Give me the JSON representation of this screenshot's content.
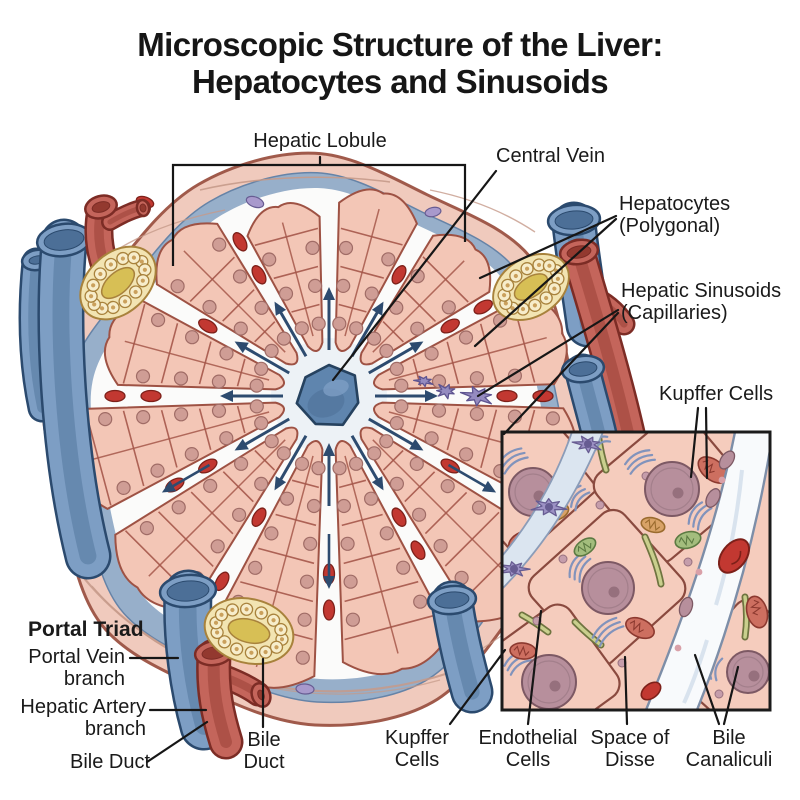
{
  "title": {
    "line1": "Microscopic Structure of the Liver:",
    "line2": "Hepatocytes and Sinusoids"
  },
  "labels": {
    "hepatic_lobule": "Hepatic Lobule",
    "central_vein": "Central Vein",
    "hepatocytes_1": "Hepatocytes",
    "hepatocytes_2": "(Polygonal)",
    "sinusoids_1": "Hepatic Sinusoids",
    "sinusoids_2": "(Capillaries)",
    "kupffer_top": "Kupffer Cells",
    "portal_triad": "Portal Triad",
    "portal_vein_1": "Portal Vein",
    "portal_vein_2": "branch",
    "hepatic_artery_1": "Hepatic Artery",
    "hepatic_artery_2": "branch",
    "bile_duct_left": "Bile Duct",
    "bile_duct_bottom_1": "Bile",
    "bile_duct_bottom_2": "Duct",
    "kupffer_bottom_1": "Kupffer",
    "kupffer_bottom_2": "Cells",
    "endothelial_1": "Endothelial",
    "endothelial_2": "Cells",
    "space_disse_1": "Space of",
    "space_disse_2": "Disse",
    "bile_canaliculi_1": "Bile",
    "bile_canaliculi_2": "Canaliculi"
  },
  "colors": {
    "background": "#ffffff",
    "text": "#1a1a1a",
    "leader": "#161616",
    "capsule_fill": "#f0cabd",
    "capsule_stroke": "#a05a4b",
    "capsule_line": "#c59a89",
    "mantle_fill": "#93aecb",
    "mantle_stroke": "#5f80a6",
    "core_fill": "#fbfbfa",
    "hepatocyte_fill": "#f3c6b6",
    "hepatocyte_stroke": "#9e5244",
    "cell_line": "#a5574a",
    "nucleus_fill": "#cf9d95",
    "nucleus_stroke": "#a06c66",
    "rbc_fill": "#c23831",
    "rbc_stroke": "#7d2019",
    "arrow": "#2d4b6f",
    "central_vein_fill": "#5f85ae",
    "central_vein_stroke": "#26425f",
    "collar": "#edf2f6",
    "vein_blue": "#7d9ec4",
    "vein_blue_dark": "#4c6f97",
    "vein_blue_outline": "#2b4a6e",
    "artery_red": "#c4655b",
    "artery_red_dark": "#93392f",
    "artery_red_outline": "#7c2c25",
    "duct_ring_fill": "#f2e4b2",
    "duct_lumen": "#d7bf55",
    "duct_cell": "#f7edcb",
    "duct_outline": "#a8823c",
    "kupffer_purple": "#958bc0",
    "kupffer_purple_dark": "#5e5490",
    "stroma_purple": "#a899cc",
    "inset_border": "#1b1b1b",
    "inset_cell_fill": "#f5ccbd",
    "inset_cell_stroke": "#8a4a3f",
    "inset_nucleus": "#b78f9c",
    "inset_nucleus_stroke": "#7d5964",
    "nucleolus": "#96707d",
    "mitochondria": "#cd6f60",
    "mitochondria_stroke": "#8c392f",
    "mito_green": "#a3bd7d",
    "mito_green_stroke": "#5c7a42",
    "mito_orange": "#d8a267",
    "mito_orange_stroke": "#9a6b2e",
    "er_blue": "#8193bc",
    "golgi": "#caa05c",
    "canaliculi": "#c9cf8d",
    "canaliculi_dark": "#6f7440",
    "sinusoid_band": "#f8fafc",
    "band_edge": "#7d8ea8",
    "left_channel": "#dbe5f0",
    "left_channel_edge": "#8b9cb8",
    "endo_purple": "#9c91c4",
    "endo_purple_dark": "#675c92"
  }
}
